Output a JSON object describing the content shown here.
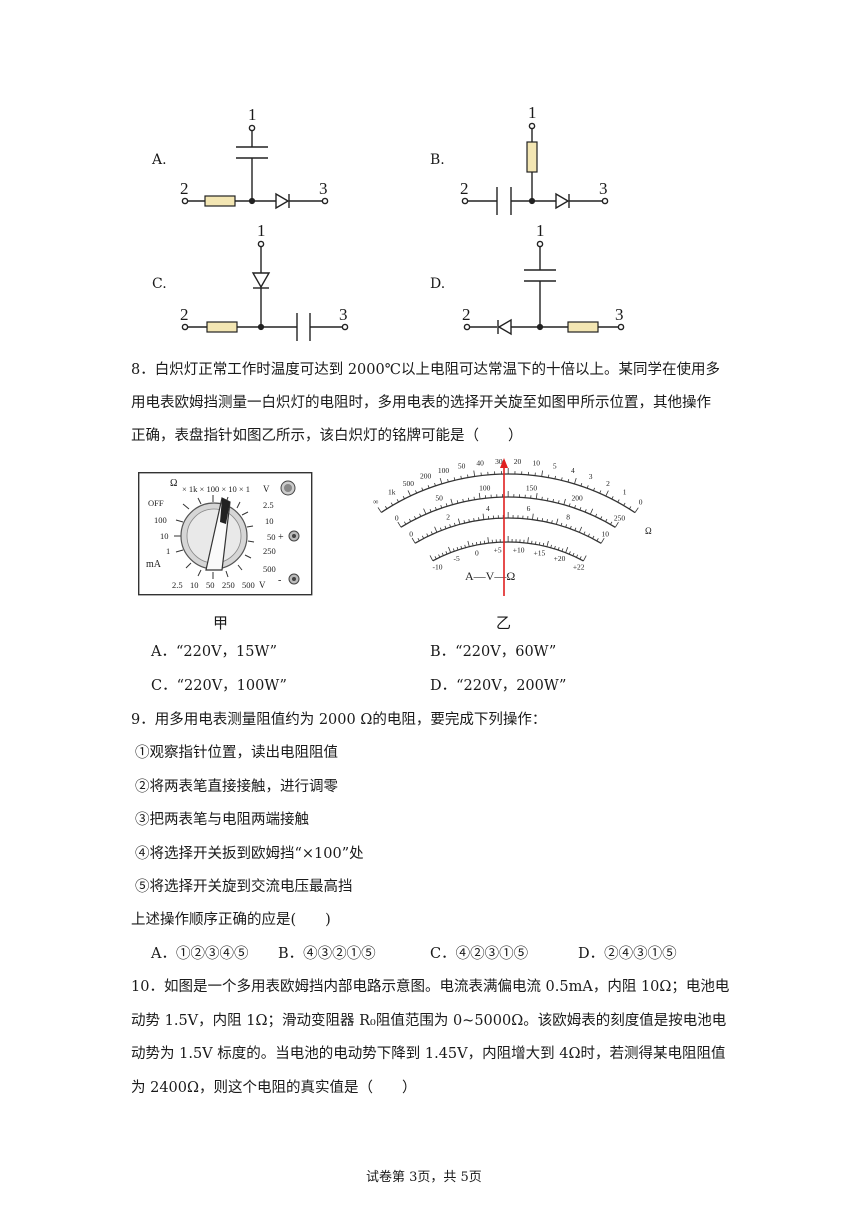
{
  "q7": {
    "options": [
      {
        "letter": "A."
      },
      {
        "letter": "B."
      },
      {
        "letter": "C."
      },
      {
        "letter": "D."
      }
    ],
    "terminals": [
      "1",
      "2",
      "3"
    ]
  },
  "q8": {
    "text_lines": [
      "8．白炽灯正常工作时温度可达到 2000℃以上电阻可达常温下的十倍以上。某同学在使用多",
      "用电表欧姆挡测量一白炽灯的电阻时，多用电表的选择开关旋至如图甲所示位置，其他操作",
      "正确，表盘指针如图乙所示，该白炽灯的铭牌可能是（　　）"
    ],
    "fig_jia": {
      "caption": "甲",
      "ohm_symbol": "Ω",
      "ohm_ranges": "× 1k × 100 × 10 × 1",
      "left_labels": [
        "OFF",
        "100",
        "10",
        "1",
        "mA"
      ],
      "bottom_labels": [
        "2.5",
        "10",
        "50",
        "250",
        "500",
        "V"
      ],
      "right_labels": [
        "2.5",
        "10",
        "50",
        "250",
        "500"
      ],
      "v_symbol": "V"
    },
    "fig_yi": {
      "caption": "乙",
      "ohm_ticks": [
        "∞",
        "1k",
        "500",
        "200",
        "100",
        "50",
        "40",
        "30",
        "20",
        "10",
        "5",
        "4",
        "3",
        "2",
        "1",
        "0"
      ],
      "mid_ticks": [
        "0",
        "50",
        "100",
        "150",
        "200",
        "250"
      ],
      "inner_ticks": [
        "0",
        "2",
        "4",
        "6",
        "8",
        "10"
      ],
      "db_ticks": [
        "-10",
        "-5",
        "0",
        "+5",
        "+10",
        "+15",
        "+20",
        "+22"
      ],
      "brand": "A—V—Ω",
      "unit": "Ω"
    },
    "options": [
      {
        "letter": "A．",
        "text": "“220V，15W”"
      },
      {
        "letter": "B．",
        "text": "“220V，60W”"
      },
      {
        "letter": "C．",
        "text": "“220V，100W”"
      },
      {
        "letter": "D．",
        "text": "“220V，200W”"
      }
    ]
  },
  "q9": {
    "stem": "9．用多用电表测量阻值约为 2000 Ω的电阻，要完成下列操作：",
    "steps": [
      "①观察指针位置，读出电阻阻值",
      "②将两表笔直接接触，进行调零",
      "③把两表笔与电阻两端接触",
      "④将选择开关扳到欧姆挡“×100”处",
      "⑤将选择开关旋到交流电压最高挡"
    ],
    "question": "上述操作顺序正确的应是(　　)",
    "options": [
      {
        "text": "A．①②③④⑤"
      },
      {
        "text": "B．④③②①⑤"
      },
      {
        "text": "C．④②③①⑤"
      },
      {
        "text": "D．②④③①⑤"
      }
    ]
  },
  "q10": {
    "text_lines": [
      "10．如图是一个多用表欧姆挡内部电路示意图。电流表满偏电流 0.5mA，内阻 10Ω；电池电",
      "动势 1.5V，内阻 1Ω；滑动变阻器 R₀阻值范围为 0~5000Ω。该欧姆表的刻度值是按电池电",
      "动势为 1.5V 标度的。当电池的电动势下降到 1.45V，内阻增大到 4Ω时，若测得某电阻阻值",
      "为 2400Ω，则这个电阻的真实值是（　　）"
    ]
  },
  "footer": {
    "text": "试卷第 3页，共 5页"
  },
  "colors": {
    "resistor_fill": "#f3e6b3",
    "pointer": "#e02020",
    "text": "#1a1a1a"
  }
}
